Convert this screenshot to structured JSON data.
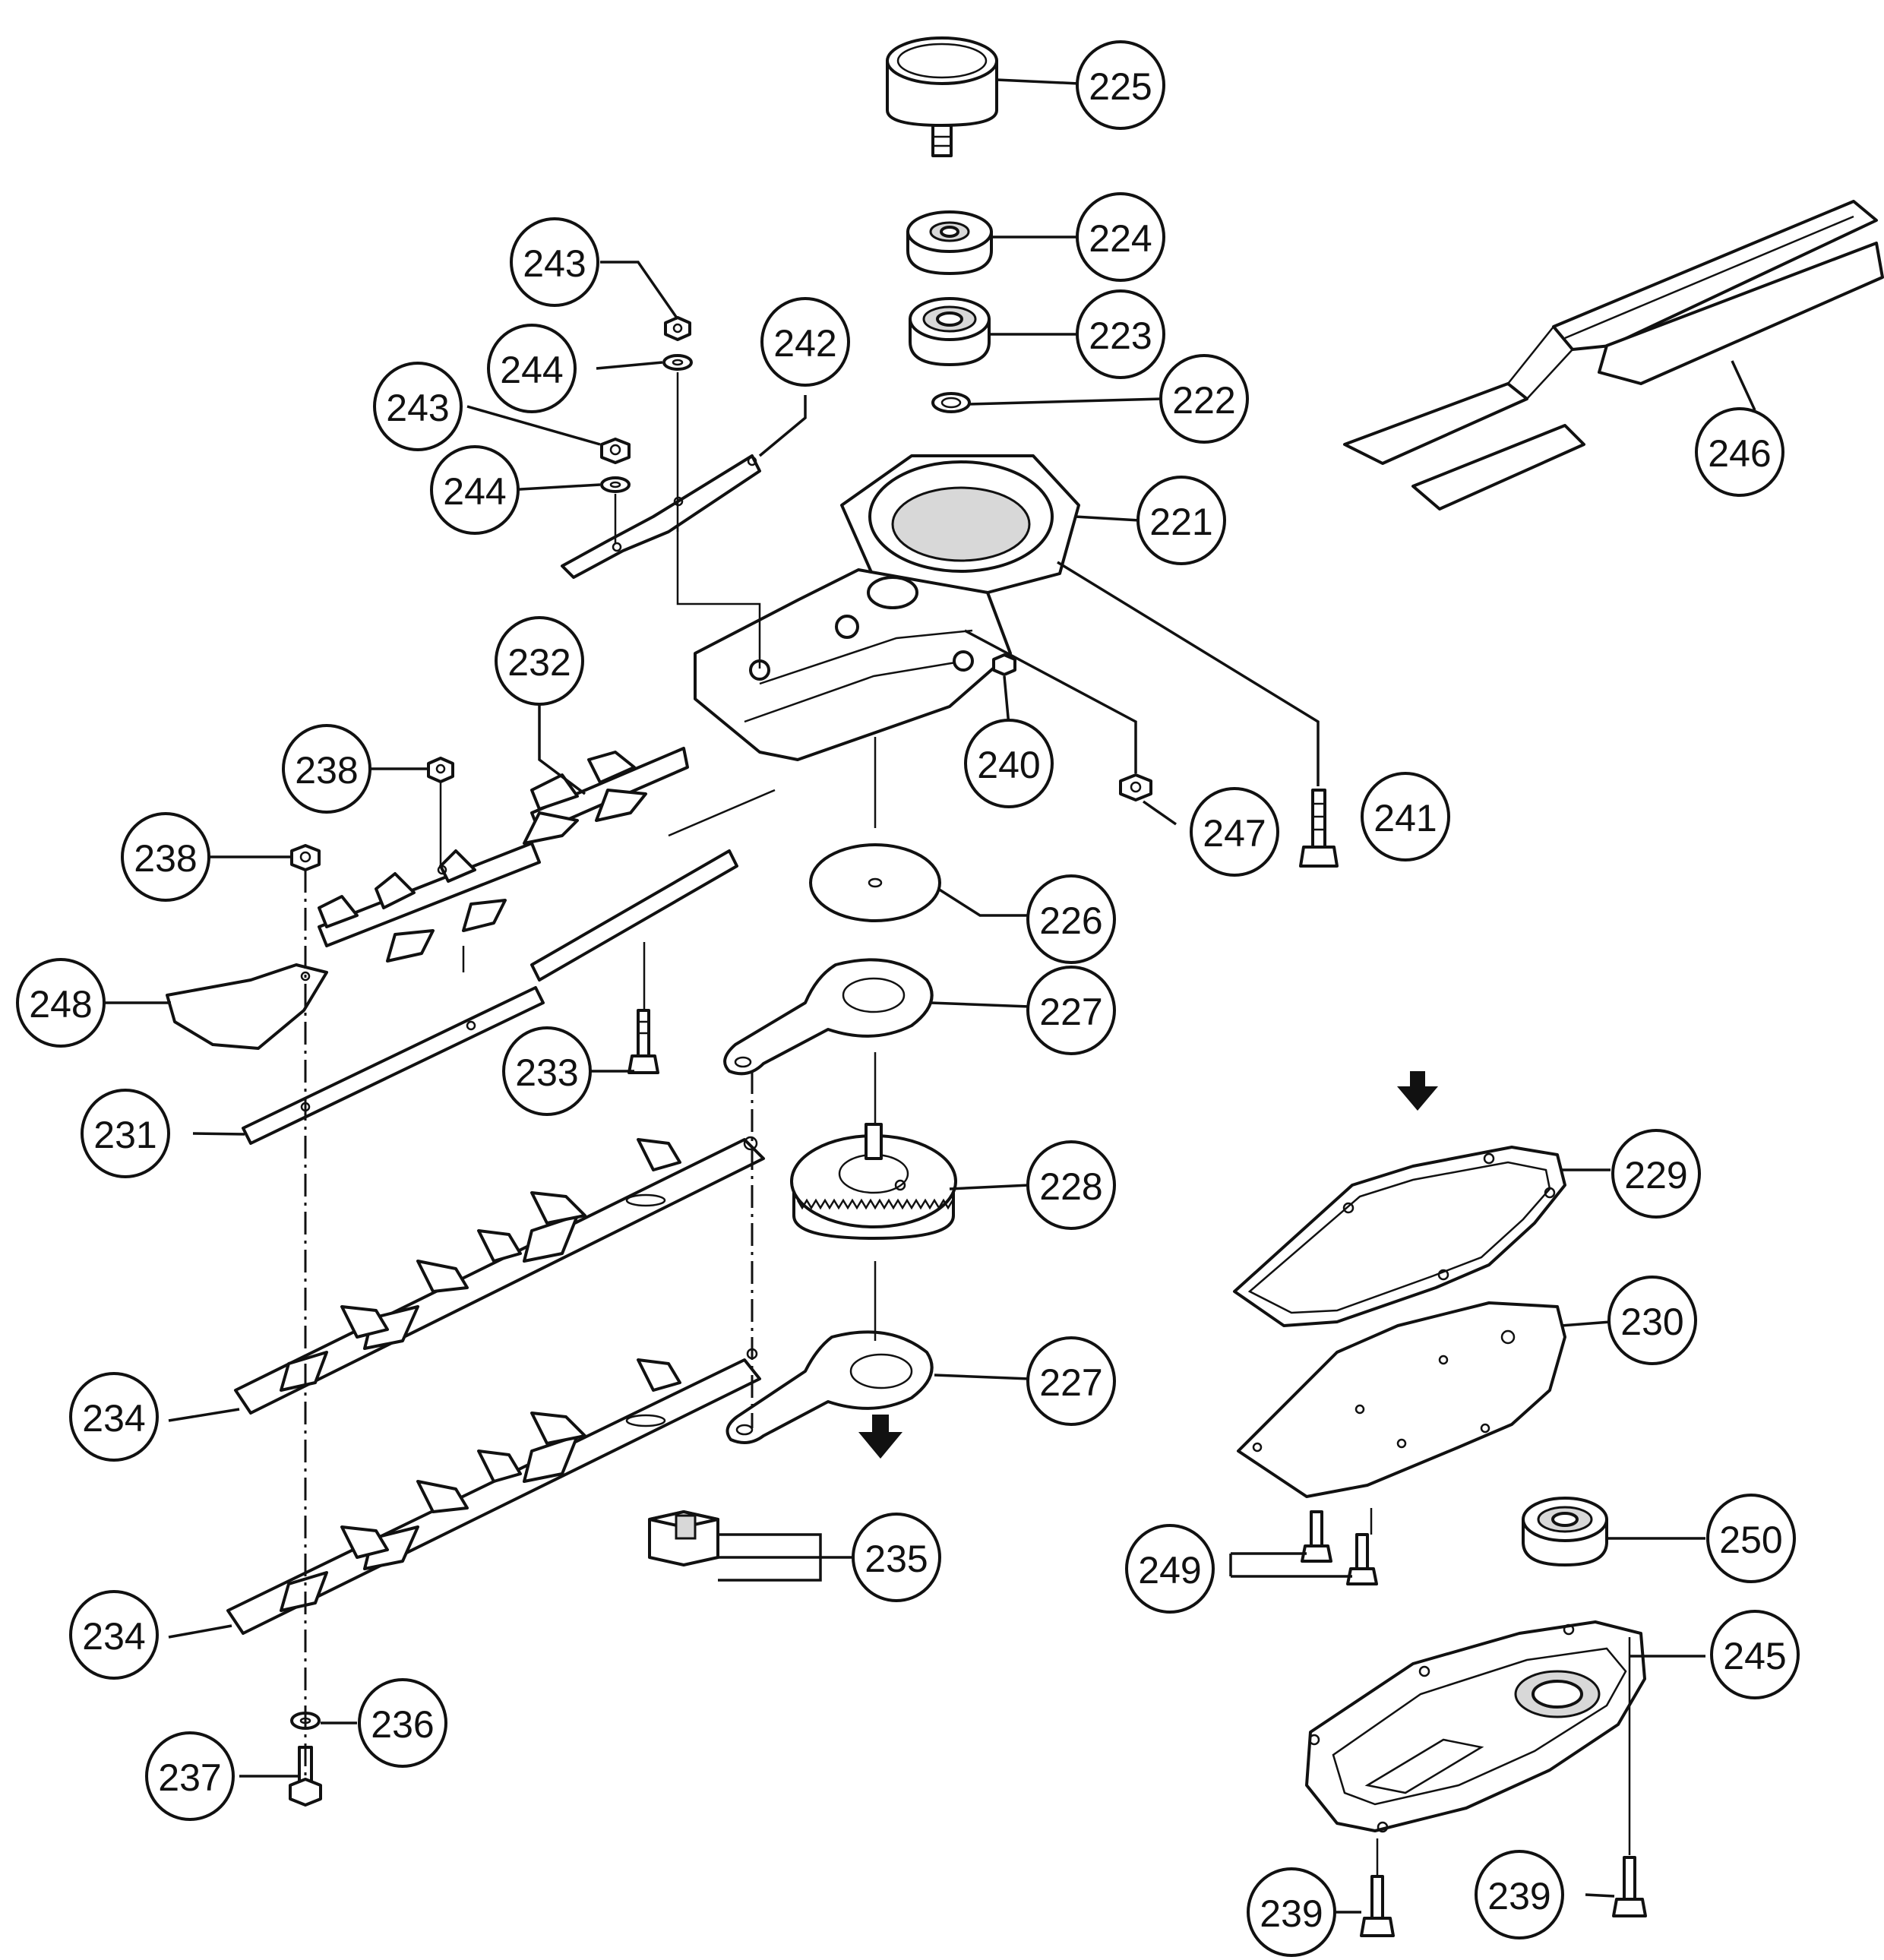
{
  "callouts": [
    {
      "id": "c225",
      "label": "225"
    },
    {
      "id": "c224",
      "label": "224"
    },
    {
      "id": "c223",
      "label": "223"
    },
    {
      "id": "c222",
      "label": "222"
    },
    {
      "id": "c221",
      "label": "221"
    },
    {
      "id": "c246",
      "label": "246"
    },
    {
      "id": "c243a",
      "label": "243"
    },
    {
      "id": "c244a",
      "label": "244"
    },
    {
      "id": "c242",
      "label": "242"
    },
    {
      "id": "c243b",
      "label": "243"
    },
    {
      "id": "c244b",
      "label": "244"
    },
    {
      "id": "c232",
      "label": "232"
    },
    {
      "id": "c238a",
      "label": "238"
    },
    {
      "id": "c238b",
      "label": "238"
    },
    {
      "id": "c240",
      "label": "240"
    },
    {
      "id": "c247",
      "label": "247"
    },
    {
      "id": "c241",
      "label": "241"
    },
    {
      "id": "c226",
      "label": "226"
    },
    {
      "id": "c248",
      "label": "248"
    },
    {
      "id": "c227a",
      "label": "227"
    },
    {
      "id": "c233",
      "label": "233"
    },
    {
      "id": "c231",
      "label": "231"
    },
    {
      "id": "c228",
      "label": "228"
    },
    {
      "id": "c229",
      "label": "229"
    },
    {
      "id": "c230",
      "label": "230"
    },
    {
      "id": "c227b",
      "label": "227"
    },
    {
      "id": "c234a",
      "label": "234"
    },
    {
      "id": "c235",
      "label": "235"
    },
    {
      "id": "c250",
      "label": "250"
    },
    {
      "id": "c249",
      "label": "249"
    },
    {
      "id": "c234b",
      "label": "234"
    },
    {
      "id": "c245",
      "label": "245"
    },
    {
      "id": "c236",
      "label": "236"
    },
    {
      "id": "c237",
      "label": "237"
    },
    {
      "id": "c239a",
      "label": "239"
    },
    {
      "id": "c239b",
      "label": "239"
    }
  ]
}
